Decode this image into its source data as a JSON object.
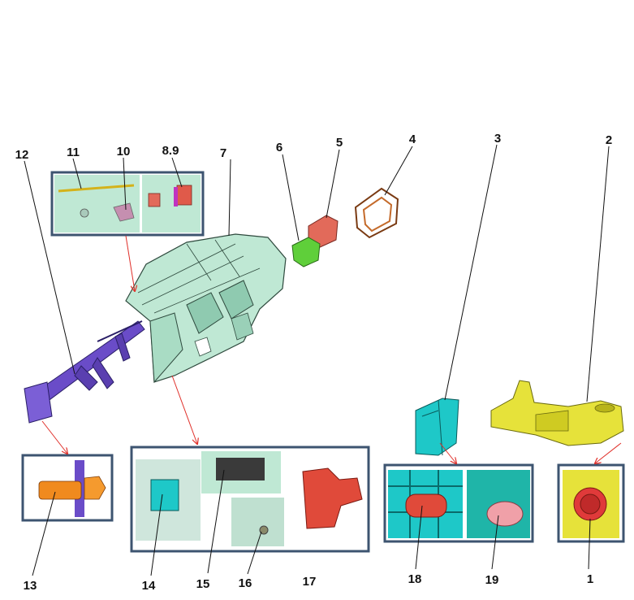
{
  "callouts": {
    "c1": "1",
    "c2": "2",
    "c3": "3",
    "c4": "4",
    "c5": "5",
    "c6": "6",
    "c7": "7",
    "c89": "8.9",
    "c10": "10",
    "c11": "11",
    "c12": "12",
    "c13": "13",
    "c14": "14",
    "c15": "15",
    "c16": "16",
    "c17": "17",
    "c18": "18",
    "c19": "19"
  },
  "colors": {
    "frame": "#3d5470",
    "arrow": "#e0302a",
    "panel": "#bfe8d4",
    "beam": "#6a4cc8",
    "console": "#e6e23a",
    "bracket": "#1ec8c8",
    "bolt": "#f08a1e",
    "clip": "#e04a3a"
  }
}
